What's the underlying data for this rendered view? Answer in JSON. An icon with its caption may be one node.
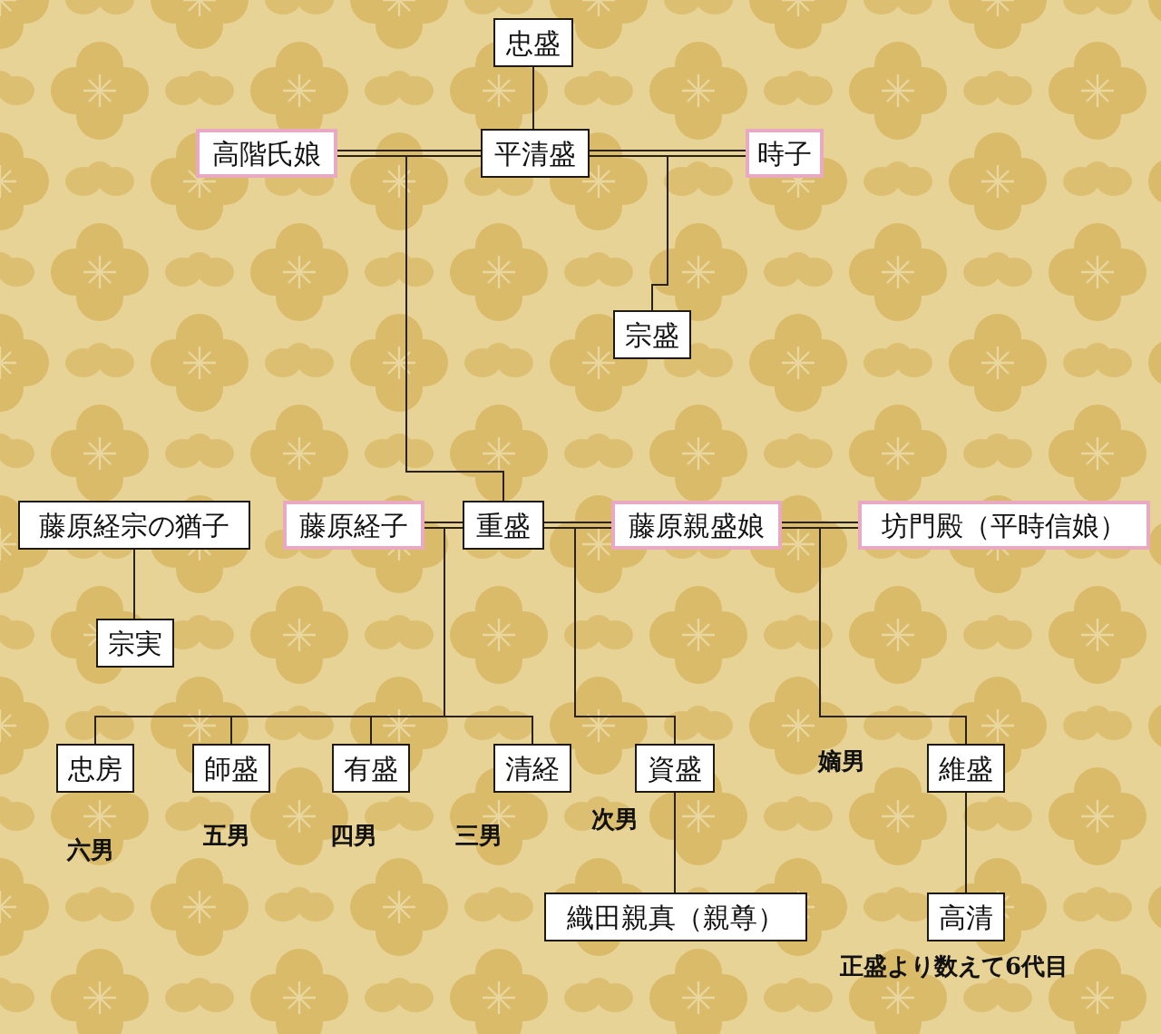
{
  "diagram": {
    "nodes": [
      {
        "text": [
          "忠盛"
        ]
      },
      {
        "text": [
          "高階氏娘"
        ]
      },
      {
        "text": [
          "平清盛"
        ]
      },
      {
        "text": [
          "時子"
        ]
      },
      {
        "text": [
          "宗盛"
        ]
      },
      {
        "text": [
          "藤原経宗の猶子"
        ]
      },
      {
        "text": [
          "藤原経子"
        ]
      },
      {
        "text": [
          "重盛"
        ]
      },
      {
        "text": [
          "藤原親盛娘"
        ]
      },
      {
        "text": [
          "坊門殿（平時信娘）"
        ]
      },
      {
        "text": [
          "宗実"
        ]
      },
      {
        "text": [
          "忠房"
        ],
        "beside": [
          "六男"
        ]
      },
      {
        "text": [
          "師盛"
        ],
        "beside": [
          "五男"
        ]
      },
      {
        "text": [
          "有盛"
        ],
        "beside": [
          "四男"
        ]
      },
      {
        "text": [
          "清経"
        ],
        "beside": [
          "三男"
        ]
      },
      {
        "text": [
          "資盛"
        ],
        "beside": [
          "次男"
        ]
      },
      {
        "text": [
          "維盛"
        ],
        "beside": [
          "嫡男"
        ]
      },
      {
        "text": [
          "織田親真（親尊）"
        ]
      },
      {
        "text": [
          "高清"
        ],
        "beside": [
          "正盛より数えて6代目"
        ]
      }
    ],
    "edges": [
      {
        "from": 0,
        "to": 2,
        "arrow": "none"
      },
      {
        "from": 1,
        "to": 2,
        "arrow": "none"
      },
      {
        "from": 2,
        "to": 3,
        "arrow": "none"
      },
      {
        "from": 1,
        "to": 7,
        "arrow": "none"
      },
      {
        "from": 3,
        "to": 4,
        "arrow": "none"
      },
      {
        "from": 5,
        "to": 10,
        "arrow": "none"
      },
      {
        "from": 6,
        "to": 7,
        "arrow": "none"
      },
      {
        "from": 7,
        "to": 8,
        "arrow": "none"
      },
      {
        "from": 8,
        "to": 9,
        "arrow": "none"
      },
      {
        "from": 6,
        "to": 11,
        "arrow": "none"
      },
      {
        "from": 6,
        "to": 12,
        "arrow": "none"
      },
      {
        "from": 6,
        "to": 13,
        "arrow": "none"
      },
      {
        "from": 6,
        "to": 14,
        "arrow": "none"
      },
      {
        "from": 8,
        "to": 15,
        "arrow": "none"
      },
      {
        "from": 9,
        "to": 16,
        "arrow": "none"
      },
      {
        "from": 15,
        "to": 17,
        "arrow": "none"
      },
      {
        "from": 16,
        "to": 18,
        "arrow": "none"
      }
    ]
  }
}
